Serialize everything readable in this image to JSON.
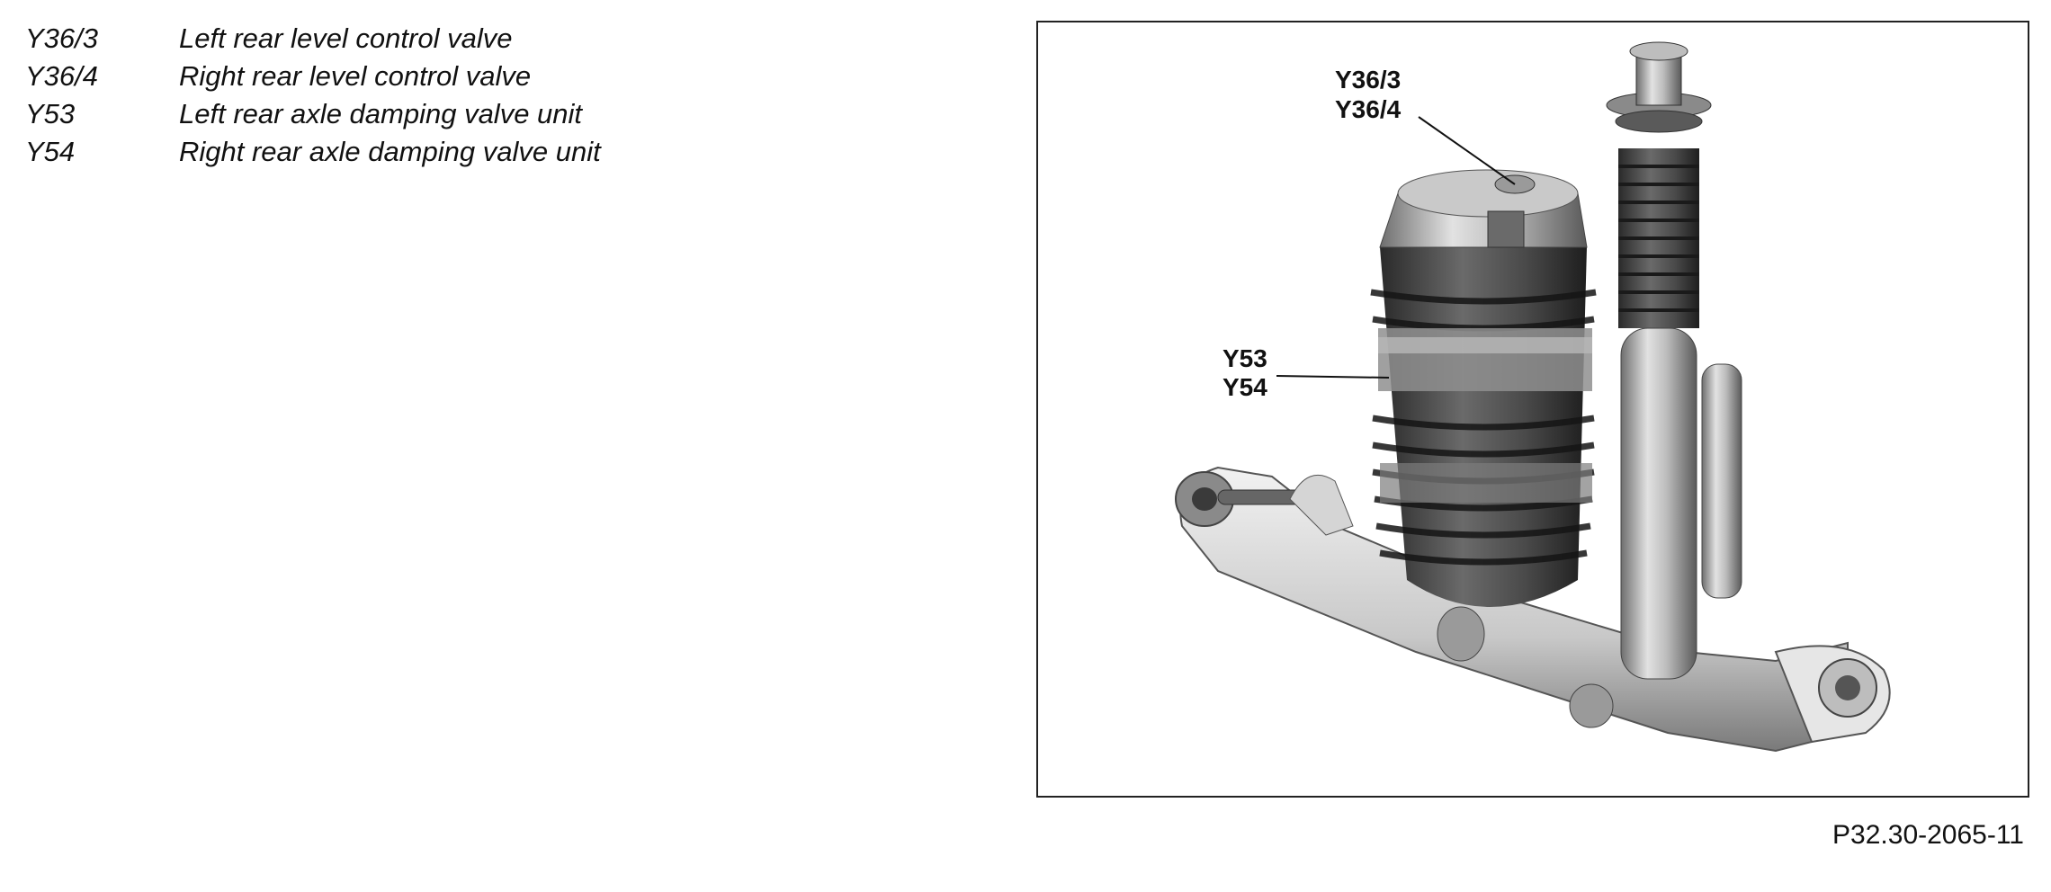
{
  "legend": [
    {
      "code": "Y36/3",
      "description": "Left rear level control valve"
    },
    {
      "code": "Y36/4",
      "description": "Right rear level control valve"
    },
    {
      "code": "Y53",
      "description": "Left rear axle damping valve unit"
    },
    {
      "code": "Y54",
      "description": "Right rear axle damping valve unit"
    }
  ],
  "figure": {
    "callouts": {
      "valve_top_line1": "Y36/3",
      "valve_top_line2": "Y36/4",
      "damping_line1": "Y53",
      "damping_line2": "Y54"
    }
  },
  "reference_code": "P32.30-2065-11"
}
